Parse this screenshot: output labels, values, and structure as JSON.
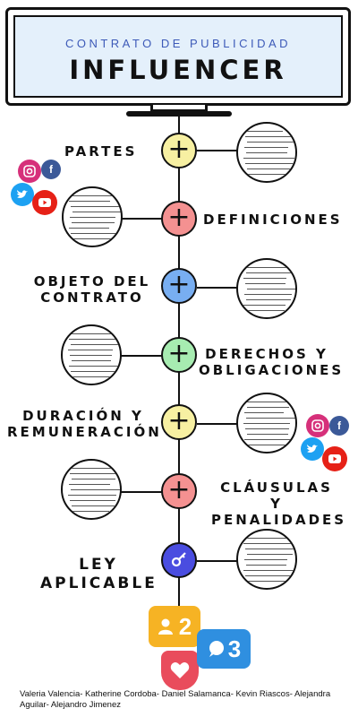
{
  "header": {
    "subtitle": "CONTRATO DE PUBLICIDAD",
    "title": "INFLUENCER"
  },
  "sections": [
    {
      "label": "PARTES",
      "node_symbol": "+",
      "node_color": "#f7f0a2"
    },
    {
      "label": "DEFINICIONES",
      "node_symbol": "+",
      "node_color": "#f49191"
    },
    {
      "label": "OBJETO DEL CONTRATO",
      "node_symbol": "+",
      "node_color": "#78aef1"
    },
    {
      "label": "DERECHOS Y OBLIGACIONES",
      "node_symbol": "+",
      "node_color": "#a7ecb1"
    },
    {
      "label": "DURACIÓN Y REMUNERACIÓN",
      "node_symbol": "+",
      "node_color": "#f7f0a2"
    },
    {
      "label": "CLÁUSULAS Y PENALIDADES",
      "node_symbol": "+",
      "node_color": "#f49191"
    },
    {
      "label": "LEY APLICABLE",
      "node_symbol": "key-icon",
      "node_color": "#4a4de0"
    }
  ],
  "social_icons": [
    "instagram-icon",
    "facebook-icon",
    "twitter-icon",
    "youtube-icon"
  ],
  "notifications": {
    "user_count": "2",
    "comment_count": "3"
  },
  "colors": {
    "instagram": "#d6307a",
    "facebook": "#3b5998",
    "twitter": "#1da1f2",
    "youtube": "#e62117",
    "user_badge": "#f6b324",
    "comment_badge": "#2f8fe0",
    "like_badge": "#e94c5c"
  },
  "footer": {
    "authors": "Valeria Valencia- Katherine Cordoba- Daniel Salamanca- Kevin Riascos- Alejandra Aguilar- Alejandro Jimenez"
  }
}
